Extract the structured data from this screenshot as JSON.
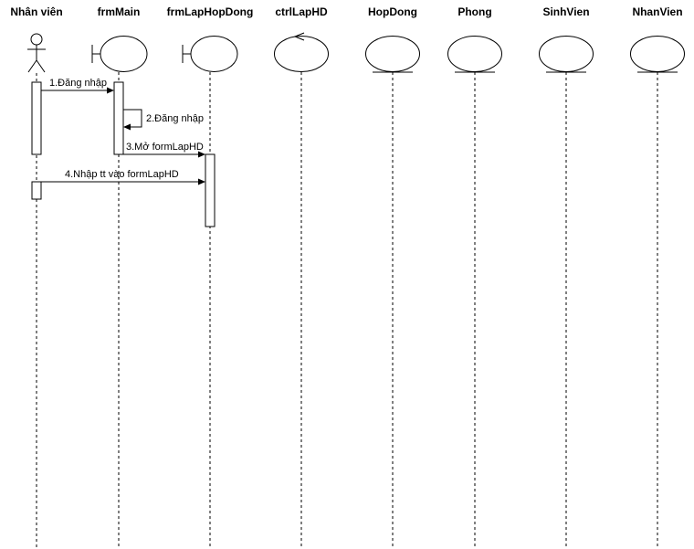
{
  "participants": [
    {
      "id": "nhanvien_actor",
      "name": "Nhân viên",
      "kind": "actor"
    },
    {
      "id": "frmMain",
      "name": "frmMain",
      "kind": "boundary"
    },
    {
      "id": "frmLapHopDong",
      "name": "frmLapHopDong",
      "kind": "boundary"
    },
    {
      "id": "ctrlLapHD",
      "name": "ctrlLapHD",
      "kind": "control"
    },
    {
      "id": "HopDong",
      "name": "HopDong",
      "kind": "entity"
    },
    {
      "id": "Phong",
      "name": "Phong",
      "kind": "entity"
    },
    {
      "id": "SinhVien",
      "name": "SinhVien",
      "kind": "entity"
    },
    {
      "id": "NhanVien",
      "name": "NhanVien",
      "kind": "entity"
    }
  ],
  "messages": [
    {
      "label": "1.Đăng nhập",
      "from": "nhanvien_actor",
      "to": "frmMain"
    },
    {
      "label": "2.Đăng nhập",
      "from": "frmMain",
      "to": "frmMain"
    },
    {
      "label": "3.Mở formLapHD",
      "from": "frmMain",
      "to": "frmLapHopDong"
    },
    {
      "label": "4.Nhập tt vào formLapHD",
      "from": "nhanvien_actor",
      "to": "frmLapHopDong"
    }
  ],
  "colors": {
    "stroke": "#000000",
    "background": "#ffffff"
  }
}
